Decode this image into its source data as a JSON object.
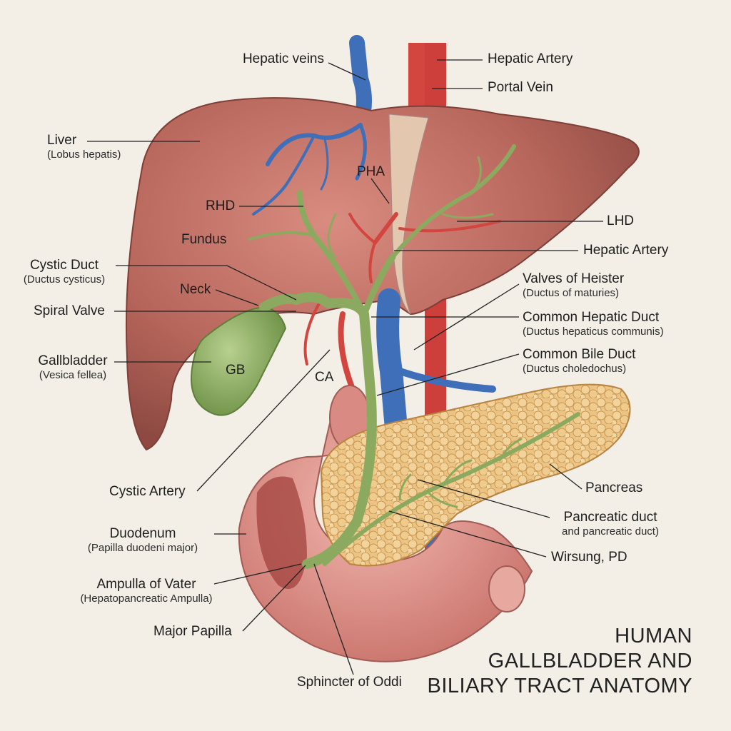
{
  "title": {
    "line1": "HUMAN",
    "line2": "GALLBLADDER AND",
    "line3": "BILIARY TRACT ANATOMY"
  },
  "labels": {
    "hepatic_veins": "Hepatic veins",
    "hepatic_artery_top": "Hepatic Artery",
    "portal_vein": "Portal Vein",
    "liver": "Liver",
    "liver_sub": "(Lobus hepatis)",
    "pha": "PHA",
    "rhd": "RHD",
    "lhd": "LHD",
    "fundus": "Fundus",
    "hepatic_artery_right": "Hepatic Artery",
    "cystic_duct": "Cystic Duct",
    "cystic_duct_sub": "(Ductus cysticus)",
    "neck": "Neck",
    "spiral_valve": "Spiral Valve",
    "valves_heister": "Valves of Heister",
    "valves_heister_sub": "(Ductus of maturies)",
    "common_hepatic_duct": "Common Hepatic Duct",
    "common_hepatic_duct_sub": "(Ductus hepaticus communis)",
    "gallbladder": "Gallbladder",
    "gallbladder_sub": "(Vesica fellea)",
    "gb": "GB",
    "ca": "CA",
    "common_bile_duct": "Common Bile Duct",
    "common_bile_duct_sub": "(Ductus choledochus)",
    "pancreas": "Pancreas",
    "cystic_artery": "Cystic Artery",
    "pancreatic_duct": "Pancreatic duct",
    "pancreatic_duct_sub": "and pancreatic duct)",
    "duodenum": "Duodenum",
    "duodenum_sub": "(Papilla duodeni major)",
    "wirsung": "Wirsung, PD",
    "ampulla": "Ampulla of Vater",
    "ampulla_sub": "(Hepatopancreatic Ampulla)",
    "major_papilla": "Major Papilla",
    "sphincter": "Sphincter of Oddi"
  },
  "colors": {
    "background": "#f3efe7",
    "liver": "#b8675c",
    "gallbladder": "#8fb06a",
    "duct": "#8caa5f",
    "artery": "#d2463f",
    "vein": "#3f6fb8",
    "pancreas": "#e8bf7c",
    "duodenum": "#e39b94"
  }
}
